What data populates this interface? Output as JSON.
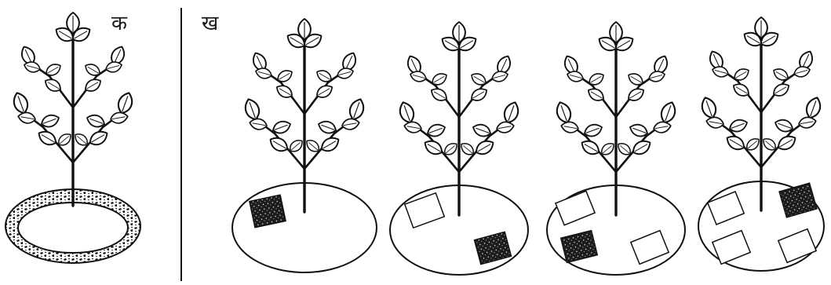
{
  "panels": [
    {
      "label": "क",
      "treatment": "ring"
    },
    {
      "label": "ख",
      "treatment": "squares"
    }
  ],
  "square_plots": [
    {
      "fills": [
        "dark"
      ]
    },
    {
      "fills": [
        "light",
        "dark"
      ]
    },
    {
      "fills": [
        "light",
        "dark",
        "light"
      ]
    },
    {
      "fills": [
        "light",
        "dark",
        "light",
        "light"
      ]
    }
  ],
  "colors": {
    "ink": "#111111",
    "dark_fill": "#1c1c1c",
    "paper": "#ffffff"
  }
}
